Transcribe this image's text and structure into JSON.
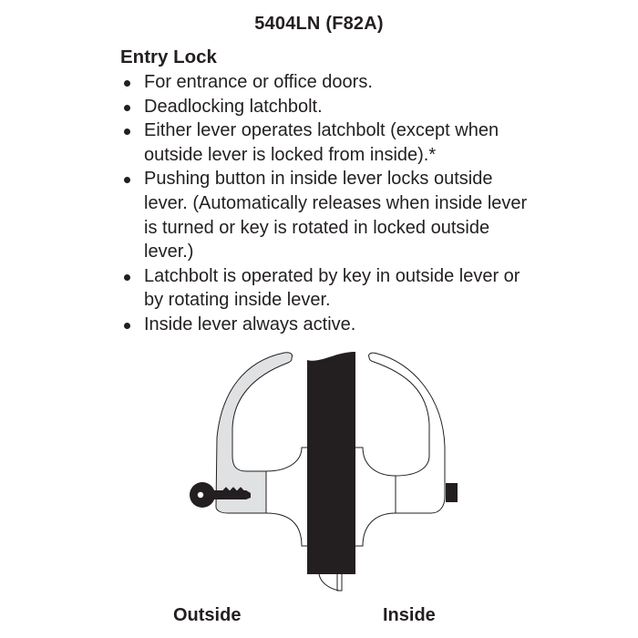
{
  "document": {
    "title": "5404LN (F82A)",
    "heading": "Entry Lock",
    "bullets": [
      {
        "text": "For entrance or office doors."
      },
      {
        "text": "Deadlocking latchbolt."
      },
      {
        "text": "Either lever operates latchbolt (except when outside lever is locked from inside).*"
      },
      {
        "text": "Pushing button in inside lever locks outside lever. (Automatically releases when inside lever is turned or key is rotated in locked outside lever.)"
      },
      {
        "text": "Latchbolt is operated by key in outside lever or by rotating inside lever."
      },
      {
        "text": "Inside lever always active."
      }
    ]
  },
  "diagram": {
    "labels": {
      "outside": "Outside",
      "inside": "Inside"
    },
    "icons": {
      "key": "key-icon",
      "door": "door-section",
      "outside_lever": "outside-lever",
      "inside_lever": "inside-lever",
      "push_button": "push-button",
      "latchbolt": "latchbolt"
    },
    "colors": {
      "door": "#231f20",
      "outside_lever_fill": "#e0e1e3",
      "stroke": "#231f20",
      "background": "#ffffff"
    }
  }
}
